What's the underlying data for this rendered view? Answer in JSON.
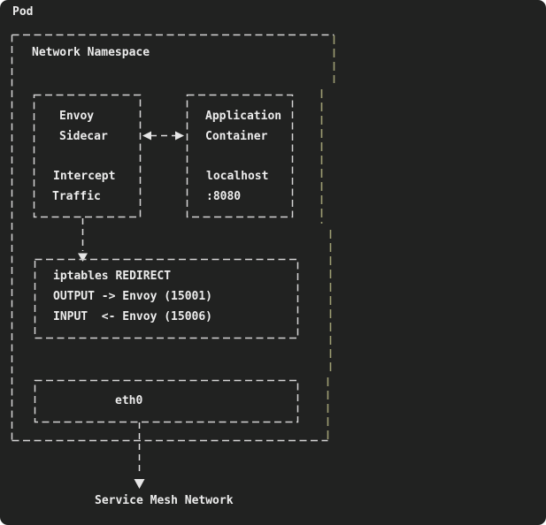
{
  "colors": {
    "background": "#212221",
    "line": "#d4d4d4",
    "accent_border": "#9d9d72",
    "text": "#ececec"
  },
  "labels": {
    "pod": "Pod",
    "network_namespace": "Network Namespace",
    "service_mesh": "Service Mesh Network"
  },
  "boxes": {
    "envoy_sidecar": {
      "lines": [
        "Envoy",
        "Sidecar",
        "Intercept",
        "Traffic"
      ]
    },
    "application_container": {
      "lines": [
        "Application",
        "Container",
        "localhost",
        ":8080"
      ]
    },
    "iptables": {
      "lines": [
        "iptables REDIRECT",
        "OUTPUT -> Envoy (15001)",
        "INPUT  <- Envoy (15006)"
      ]
    },
    "eth0": {
      "label": "eth0"
    }
  },
  "icons": {
    "envoy_app_link": "left-right-arrow",
    "envoy_to_iptables": "down-arrow",
    "eth0_to_mesh": "down-arrow"
  }
}
